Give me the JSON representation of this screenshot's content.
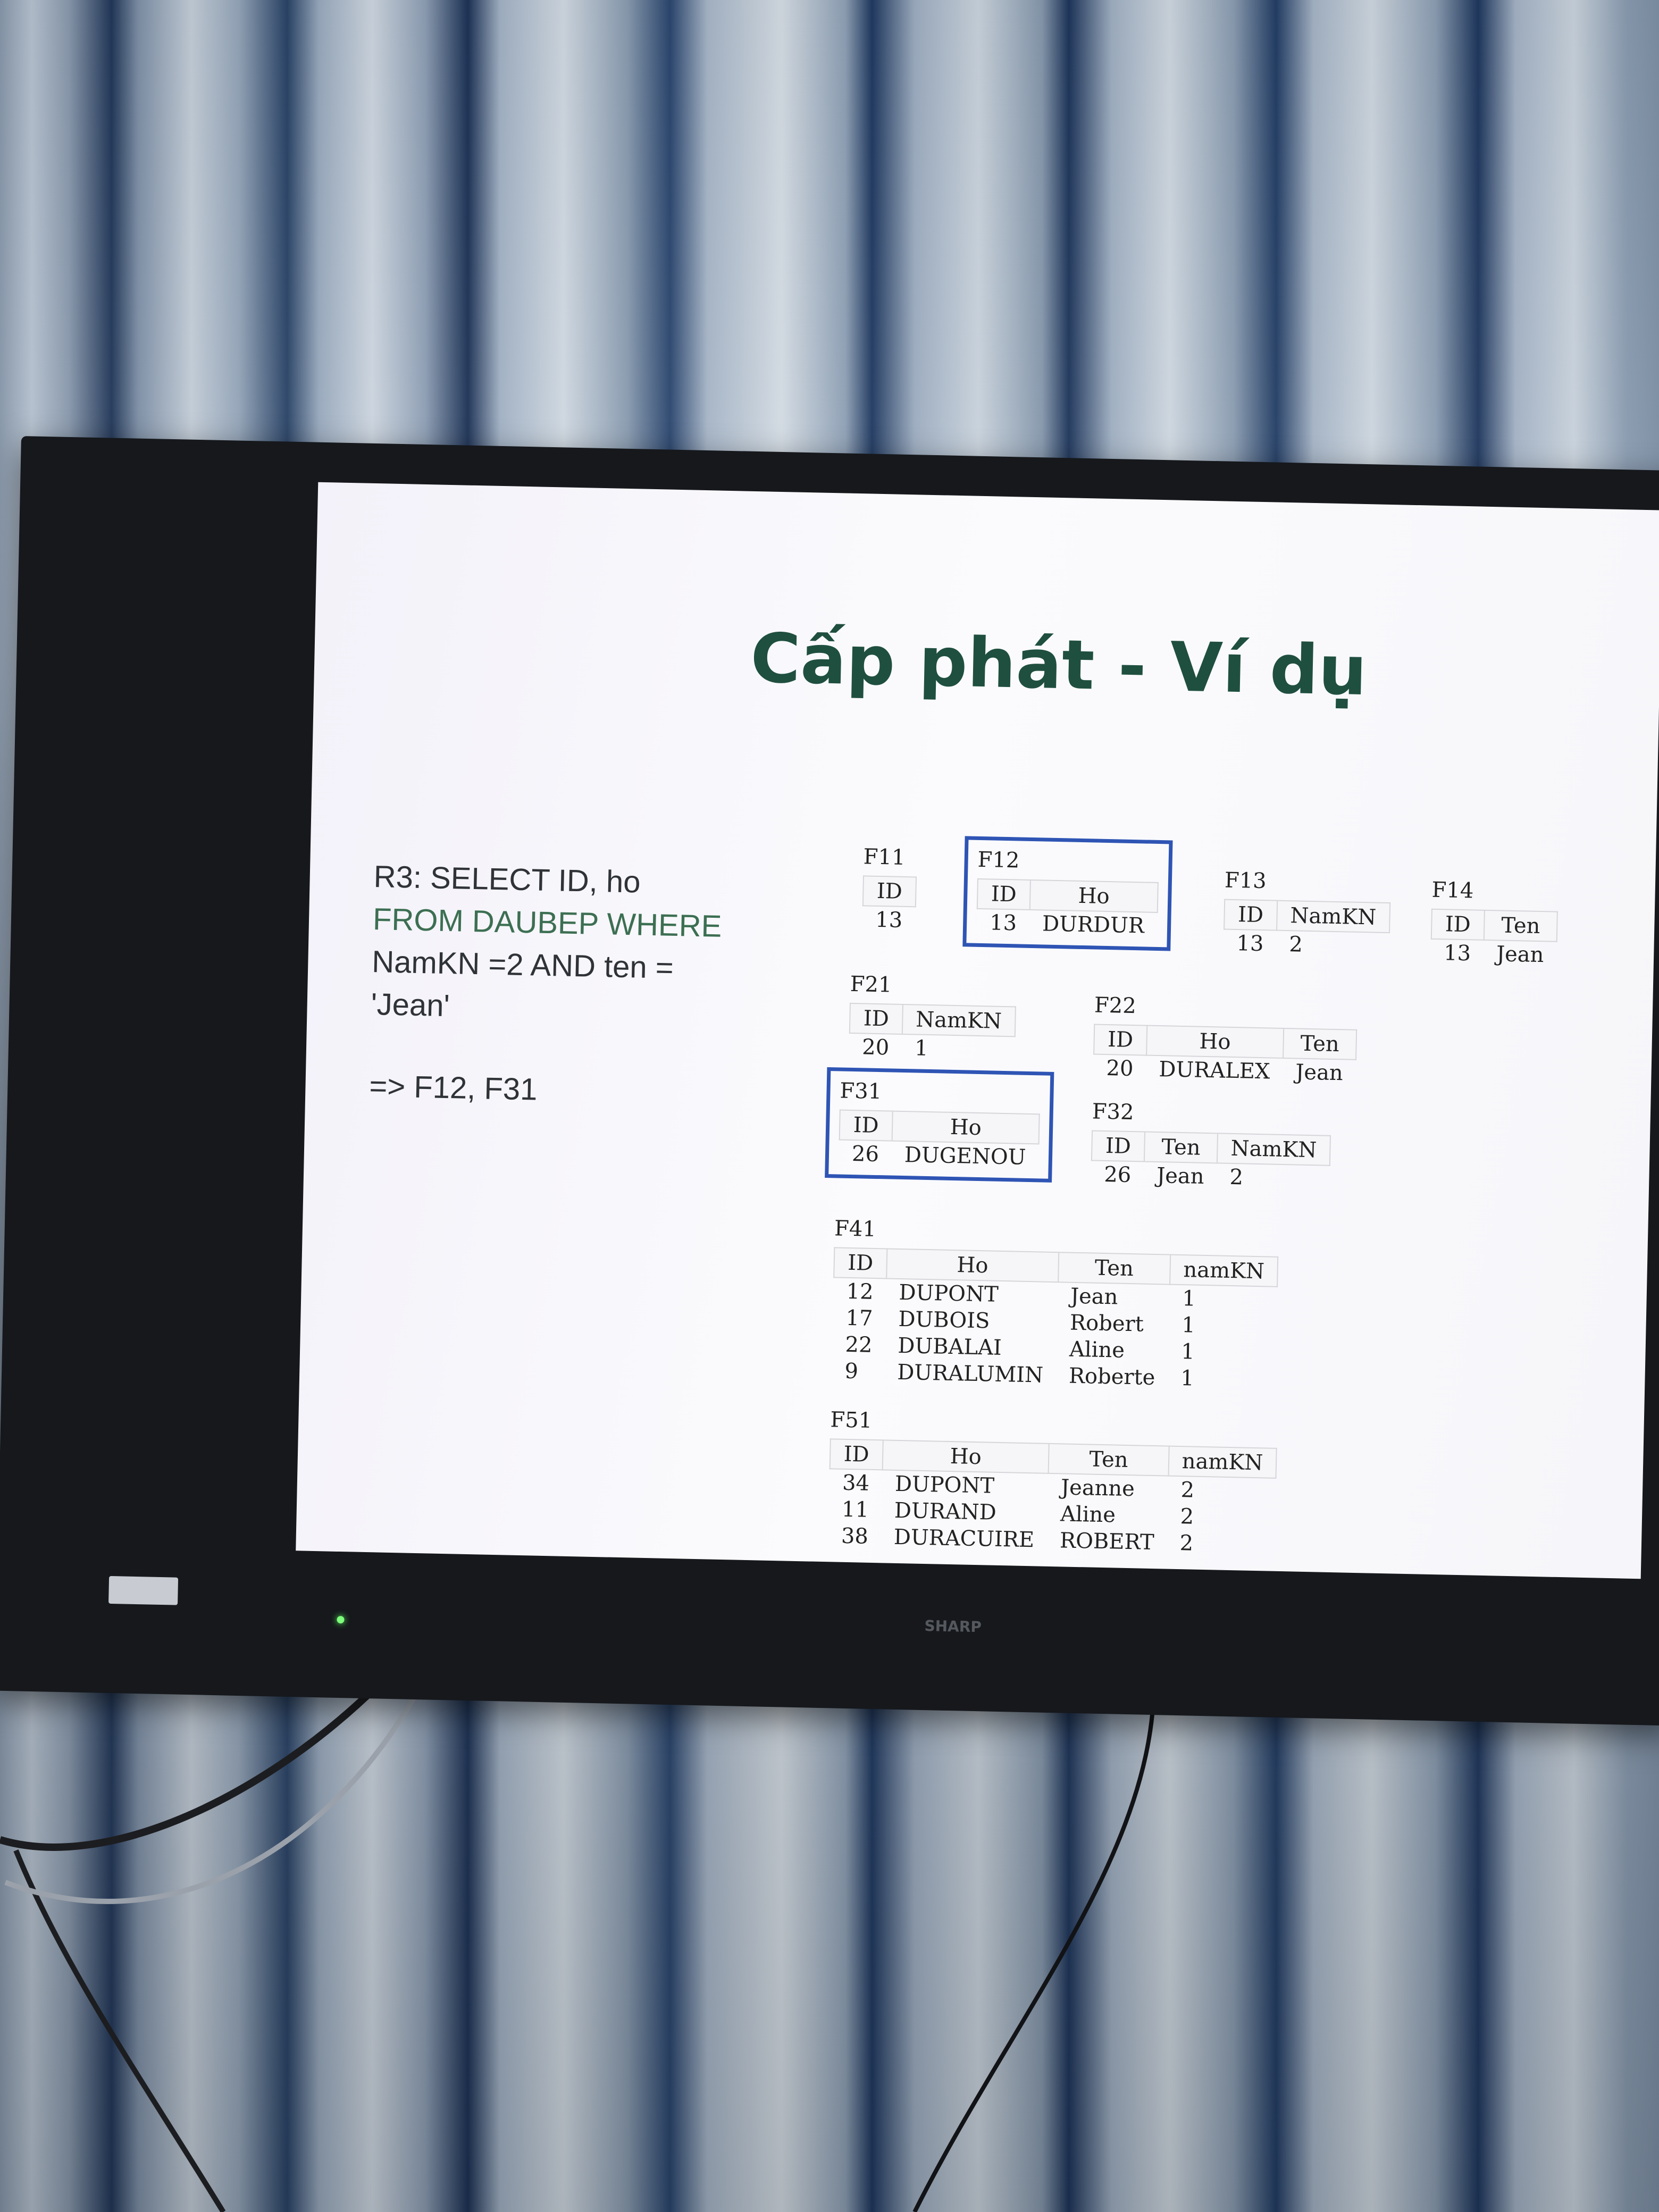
{
  "slide": {
    "title": "Cấp phát - Ví dụ",
    "query": {
      "line1": "R3: SELECT ID, ho",
      "line2": "FROM DAUBEP WHERE",
      "line3": "NamKN =2 AND ten =",
      "line4": "'Jean'"
    },
    "answer": "=> F12, F31"
  },
  "tv_brand": "SHARP",
  "fragments": {
    "F11": {
      "label": "F11",
      "headers": [
        "ID"
      ],
      "rows": [
        [
          "13"
        ]
      ]
    },
    "F12": {
      "label": "F12",
      "headers": [
        "ID",
        "Ho"
      ],
      "rows": [
        [
          "13",
          "DURDUR"
        ]
      ],
      "selected": true
    },
    "F13": {
      "label": "F13",
      "headers": [
        "ID",
        "NamKN"
      ],
      "rows": [
        [
          "13",
          "2"
        ]
      ]
    },
    "F14": {
      "label": "F14",
      "headers": [
        "ID",
        "Ten"
      ],
      "rows": [
        [
          "13",
          "Jean"
        ]
      ]
    },
    "F21": {
      "label": "F21",
      "headers": [
        "ID",
        "NamKN"
      ],
      "rows": [
        [
          "20",
          "1"
        ]
      ]
    },
    "F22": {
      "label": "F22",
      "headers": [
        "ID",
        "Ho",
        "Ten"
      ],
      "rows": [
        [
          "20",
          "DURALEX",
          "Jean"
        ]
      ]
    },
    "F31": {
      "label": "F31",
      "headers": [
        "ID",
        "Ho"
      ],
      "rows": [
        [
          "26",
          "DUGENOU"
        ]
      ],
      "selected": true
    },
    "F32": {
      "label": "F32",
      "headers": [
        "ID",
        "Ten",
        "NamKN"
      ],
      "rows": [
        [
          "26",
          "Jean",
          "2"
        ]
      ]
    },
    "F41": {
      "label": "F41",
      "headers": [
        "ID",
        "Ho",
        "Ten",
        "namKN"
      ],
      "rows": [
        [
          "12",
          "DUPONT",
          "Jean",
          "1"
        ],
        [
          "17",
          "DUBOIS",
          "Robert",
          "1"
        ],
        [
          "22",
          "DUBALAI",
          "Aline",
          "1"
        ],
        [
          "9",
          "DURALUMIN",
          "Roberte",
          "1"
        ]
      ]
    },
    "F51": {
      "label": "F51",
      "headers": [
        "ID",
        "Ho",
        "Ten",
        "namKN"
      ],
      "rows": [
        [
          "34",
          "DUPONT",
          "Jeanne",
          "2"
        ],
        [
          "11",
          "DURAND",
          "Aline",
          "2"
        ],
        [
          "38",
          "DURACUIRE",
          "ROBERT",
          "2"
        ]
      ]
    }
  },
  "colors": {
    "selection_border": "#2e54b4",
    "title": "#1f4f3f",
    "keyword": "#3c6f52"
  }
}
